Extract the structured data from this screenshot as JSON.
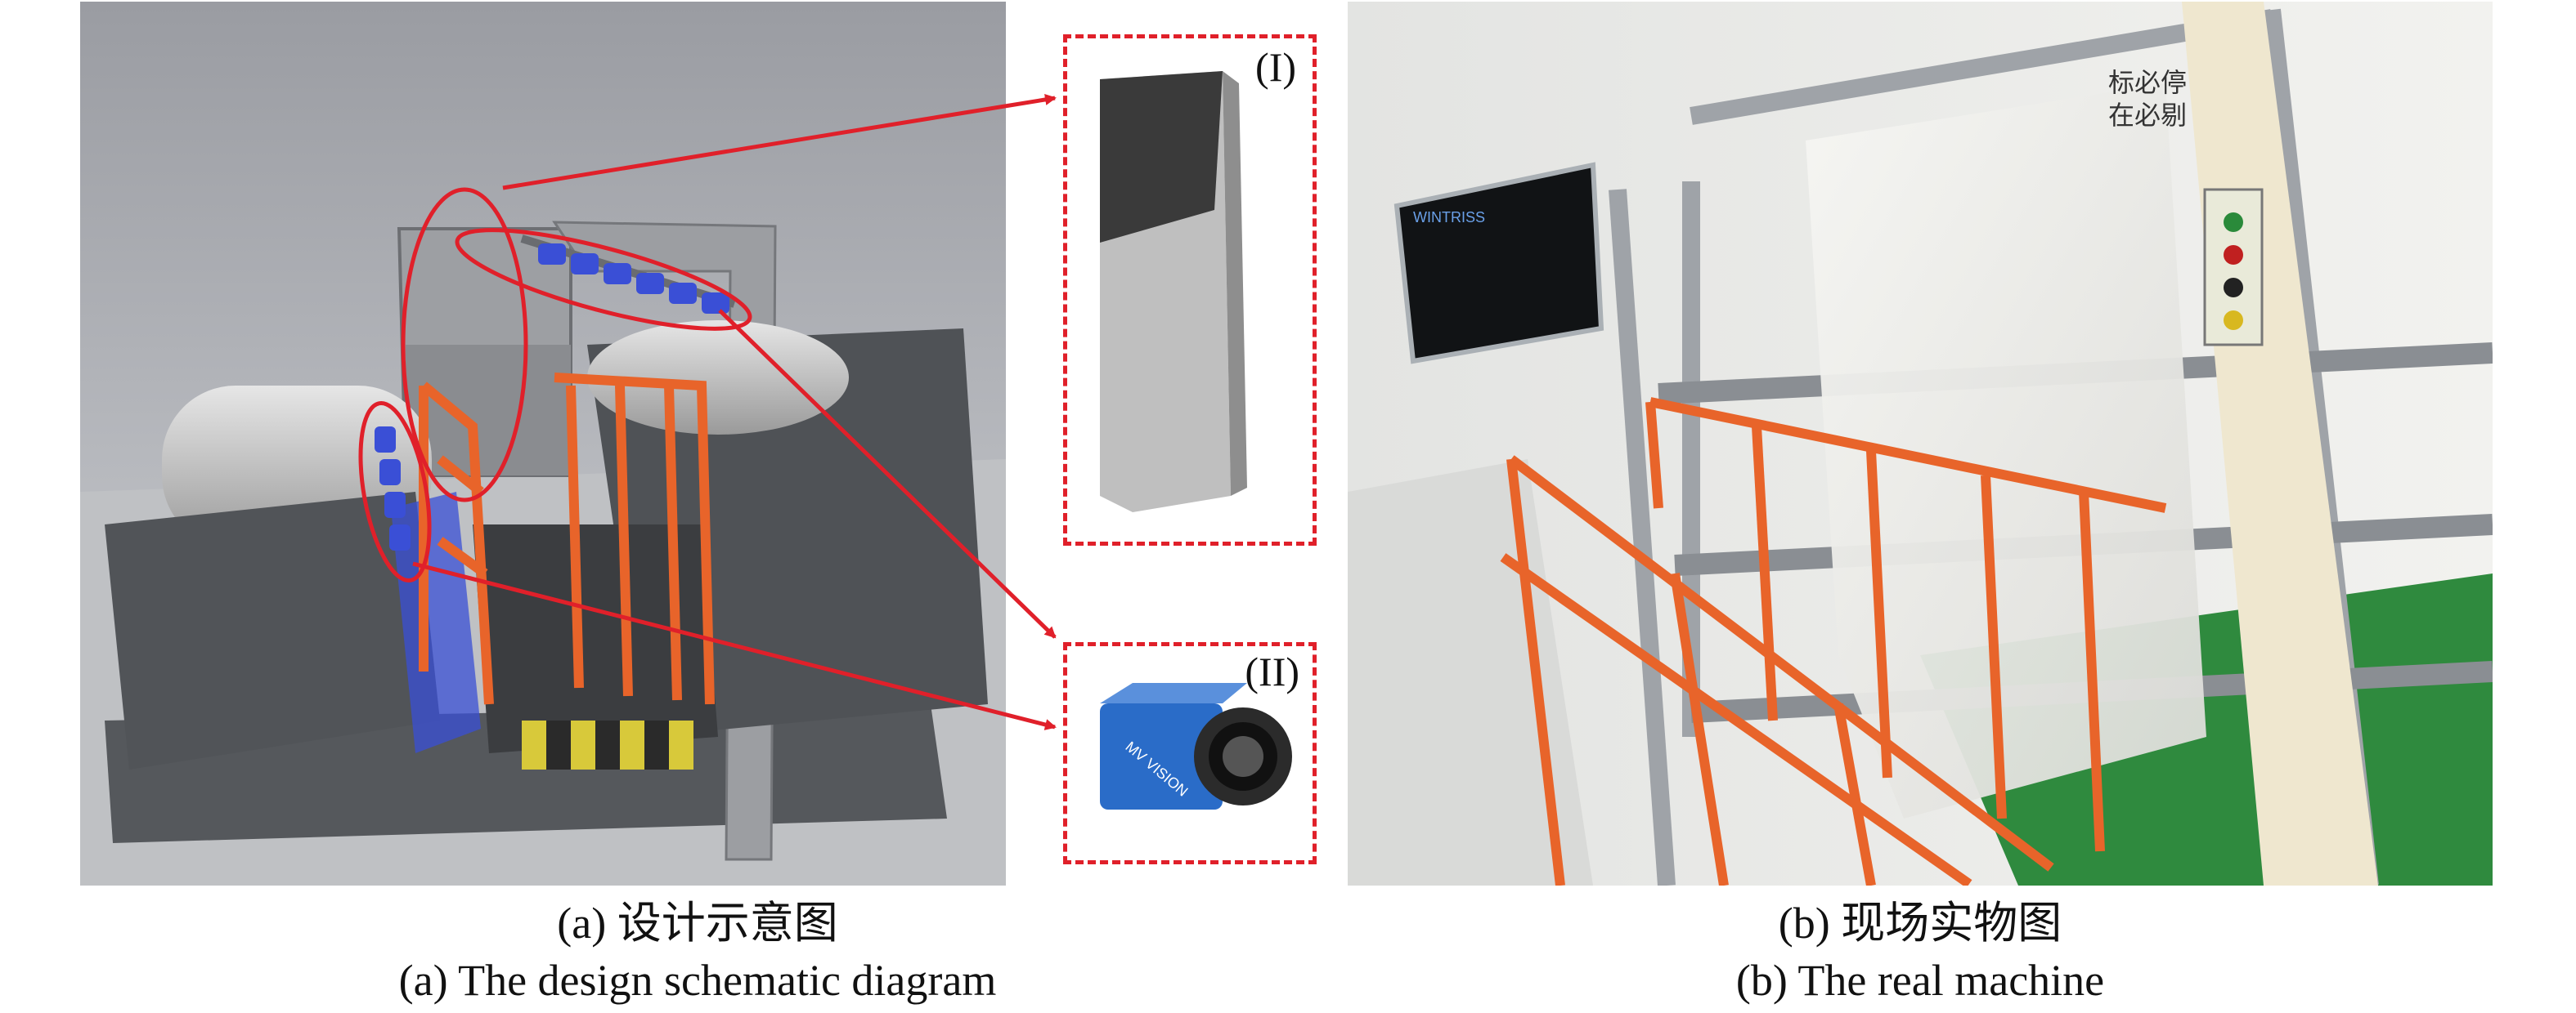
{
  "figure": {
    "panel_a": {
      "caption_cn": "(a) 设计示意图",
      "caption_en": "(a) The design schematic diagram",
      "inset_1_label": "(I)",
      "inset_2_label": "(II)",
      "camera_brand": "MV VISION"
    },
    "panel_b": {
      "caption_cn": "(b) 现场实物图",
      "caption_en": "(b) The real machine",
      "screen_brand": "WINTRISS",
      "sign_text_1": "标必停",
      "sign_text_2": "在必剔"
    },
    "colors": {
      "callout_red": "#e0202a",
      "railing_orange": "#e8642a",
      "camera_blue": "#3a4fd6"
    }
  }
}
